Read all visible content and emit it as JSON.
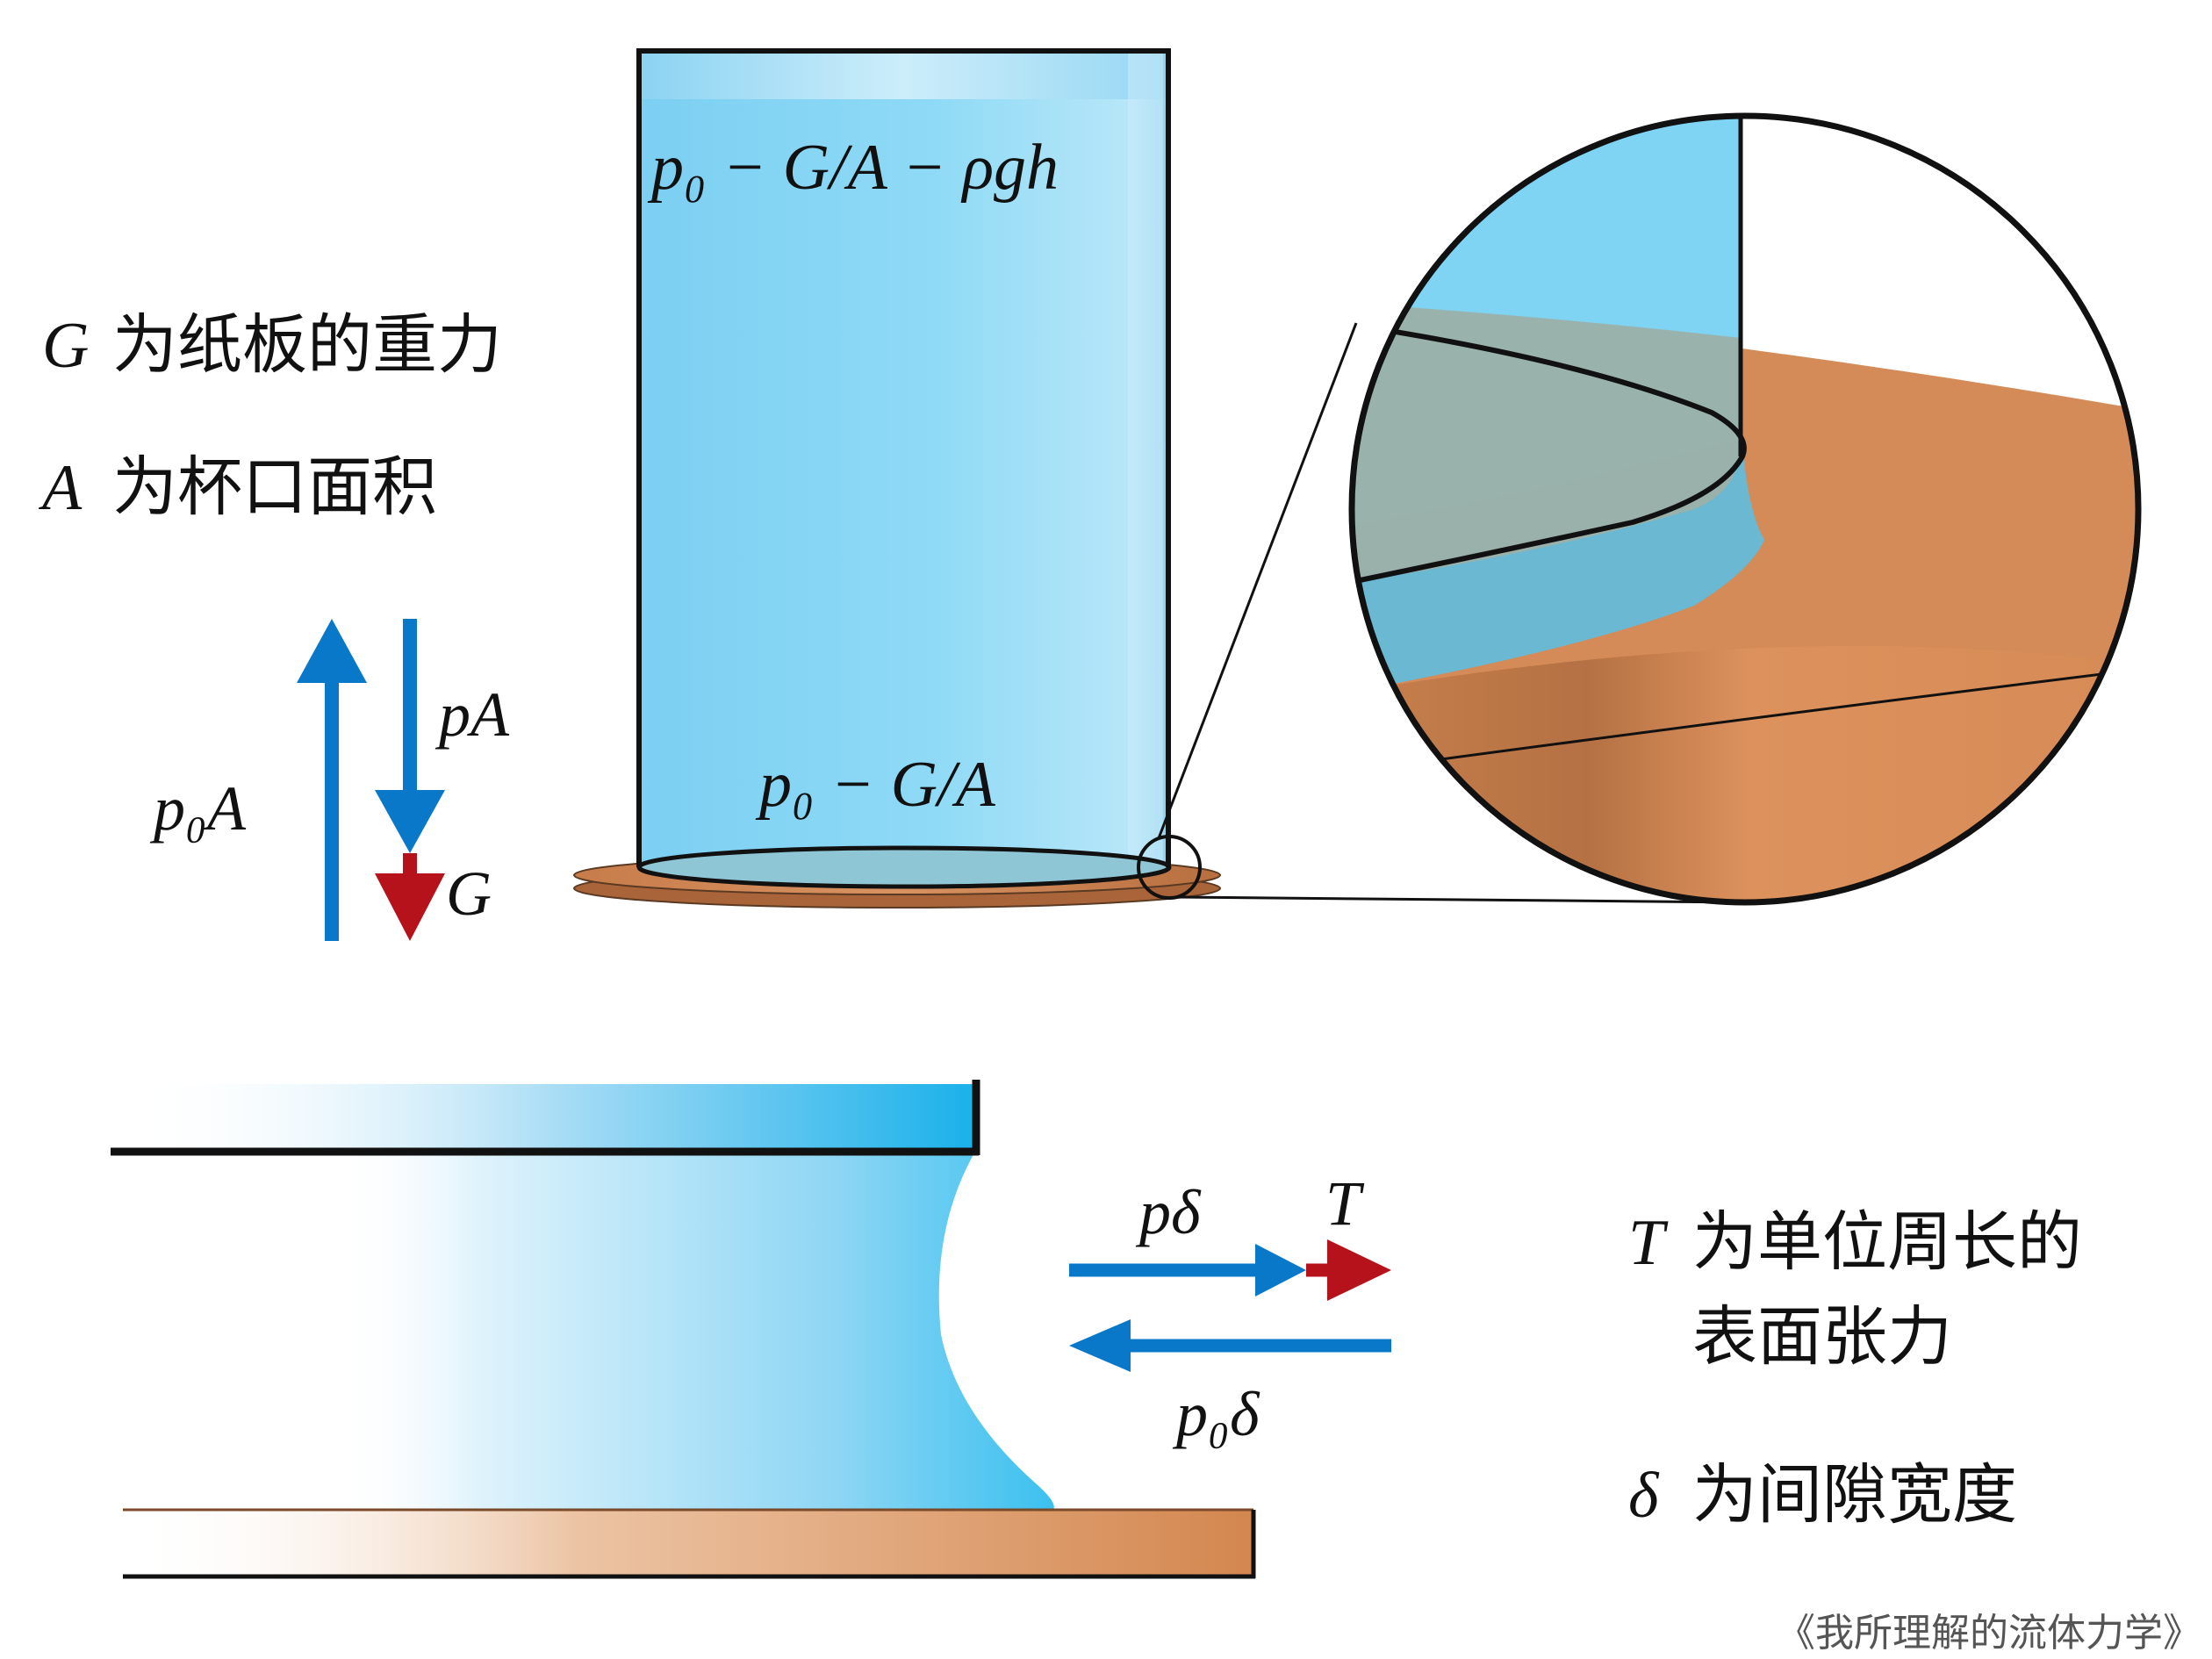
{
  "cup": {
    "top_pressure_label": "p₀ − G/A − ρgh",
    "bottom_pressure_label": "p₀ − G/A"
  },
  "legend": {
    "g_symbol": "G",
    "g_text": "为纸板的重力",
    "a_symbol": "A",
    "a_text": "为杯口面积",
    "t_symbol": "T",
    "t_text_line1": "为单位周长的",
    "t_text_line2": "表面张力",
    "delta_symbol": "δ",
    "delta_text": "为间隙宽度"
  },
  "forces_top": {
    "up_label": "p₀A",
    "down_label": "pA",
    "weight_label": "G"
  },
  "forces_bottom": {
    "p_delta_label": "pδ",
    "tension_label": "T",
    "p0_delta_label": "p₀δ"
  },
  "credit": "《我所理解的流体力学》",
  "colors": {
    "water": "#7fd6f4",
    "water_dark": "#29b6ea",
    "arrow_blue": "#0a78c8",
    "arrow_red": "#b5121b",
    "board": "#d4874f",
    "board_dark": "#a9643a"
  }
}
